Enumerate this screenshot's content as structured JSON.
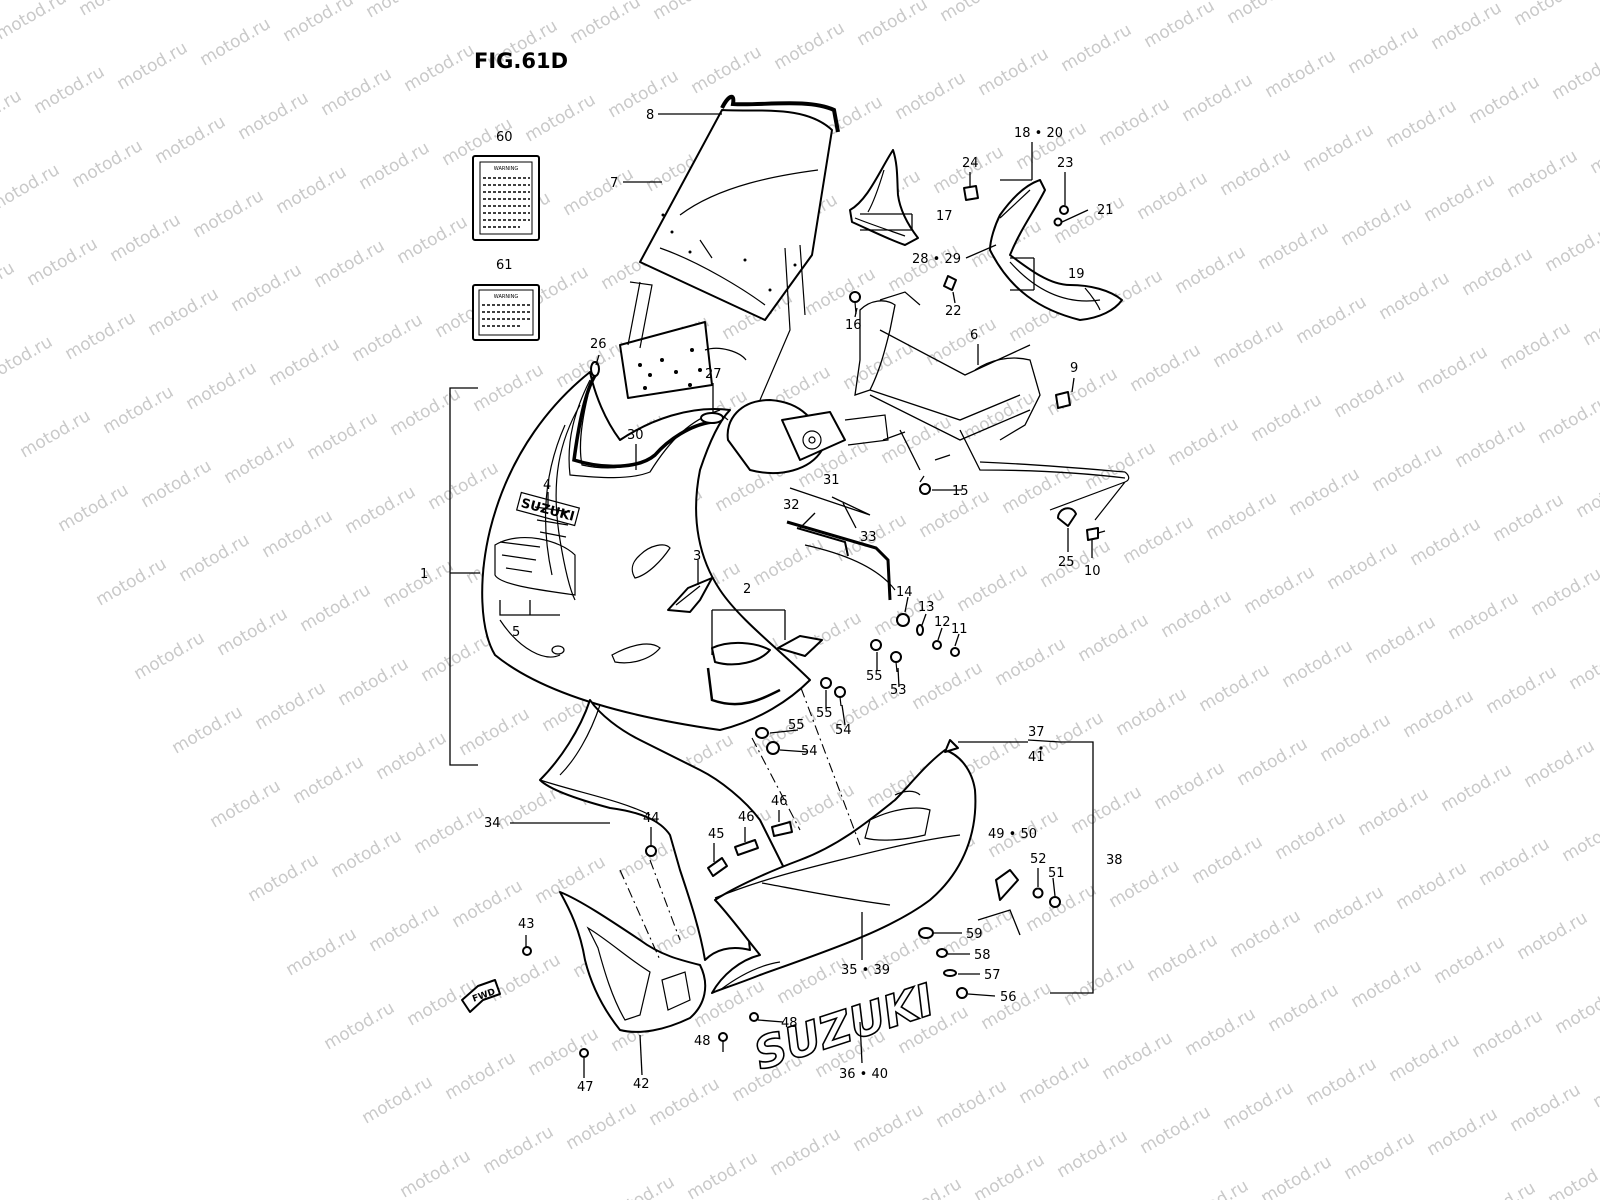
{
  "figure": {
    "title": "FIG.61D"
  },
  "watermark": {
    "text": "motod.ru"
  },
  "labels": {
    "p1": "1",
    "p2": "2",
    "p3": "3",
    "p4": "4",
    "p5": "5",
    "p6": "6",
    "p7": "7",
    "p8": "8",
    "p9": "9",
    "p10": "10",
    "p11": "11",
    "p12": "12",
    "p13": "13",
    "p14": "14",
    "p15": "15",
    "p16": "16",
    "p17": "17",
    "p18_20": "18 • 20",
    "p19": "19",
    "p21": "21",
    "p22": "22",
    "p23": "23",
    "p24": "24",
    "p25": "25",
    "p26": "26",
    "p27": "27",
    "p28_29": "28 • 29",
    "p30": "30",
    "p31": "31",
    "p32": "32",
    "p33": "33",
    "p34": "34",
    "p35_39": "35 • 39",
    "p36_40": "36 • 40",
    "p37": "37",
    "p41": "41",
    "p38": "38",
    "p42": "42",
    "p43": "43",
    "p44": "44",
    "p45": "45",
    "p46a": "46",
    "p46b": "46",
    "p47": "47",
    "p48a": "48",
    "p48b": "48",
    "p49_50": "49 • 50",
    "p51": "51",
    "p52": "52",
    "p53": "53",
    "p54a": "54",
    "p54b": "54",
    "p55a": "55",
    "p55b": "55",
    "p55c": "55",
    "p56": "56",
    "p57": "57",
    "p58": "58",
    "p59": "59",
    "p60": "60",
    "p61": "61"
  },
  "decals": {
    "brand_upper": "SUZUKI",
    "brand_lower": "SUZUKI",
    "fwd": "FWD",
    "warning": "WARNING"
  }
}
